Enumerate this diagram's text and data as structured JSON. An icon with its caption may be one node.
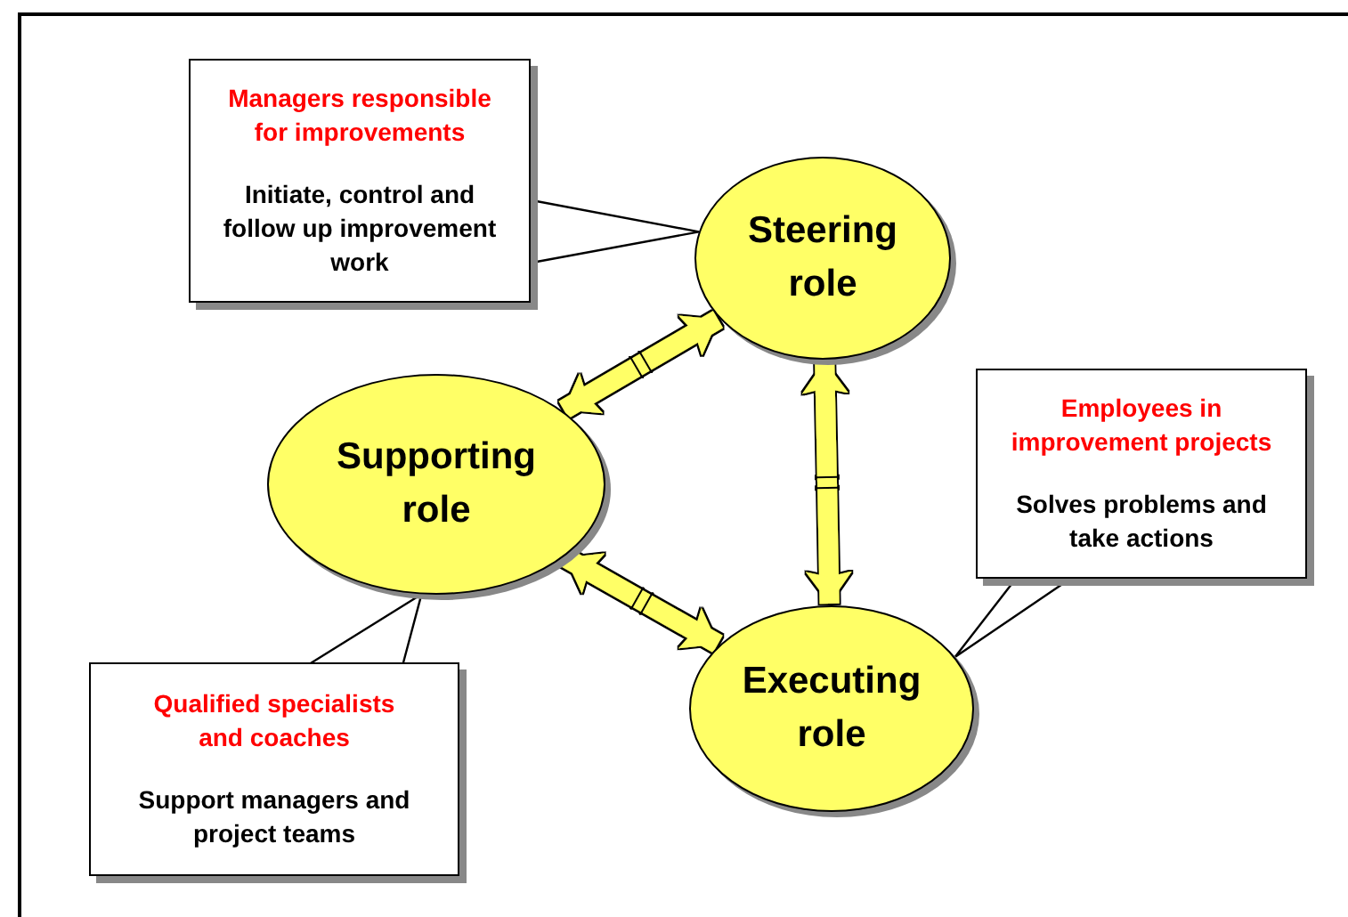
{
  "diagram": {
    "nodes": [
      {
        "text": [
          "Steering role"
        ]
      },
      {
        "text": [
          "Supporting role"
        ]
      },
      {
        "text": [
          "Executing role"
        ]
      },
      {
        "text": [
          "Managers responsible for improvements",
          "Initiate, control and follow up improvement work"
        ]
      },
      {
        "text": [
          "Employees in improvement projects",
          "Solves problems and take actions"
        ]
      },
      {
        "text": [
          "Qualified specialists and coaches",
          "Support managers and project teams"
        ]
      }
    ],
    "edges": [
      {
        "from": 1,
        "to": 0,
        "arrow": "both",
        "style": "thick",
        "color": "#ffff66"
      },
      {
        "from": 0,
        "to": 2,
        "arrow": "both",
        "style": "thick",
        "color": "#ffff66"
      },
      {
        "from": 1,
        "to": 2,
        "arrow": "both",
        "style": "thick",
        "color": "#ffff66"
      },
      {
        "from": 3,
        "to": 0,
        "arrow": "none",
        "color": "#000000"
      },
      {
        "from": 4,
        "to": 2,
        "arrow": "none",
        "color": "#000000"
      },
      {
        "from": 5,
        "to": 1,
        "arrow": "none",
        "color": "#000000"
      }
    ]
  }
}
